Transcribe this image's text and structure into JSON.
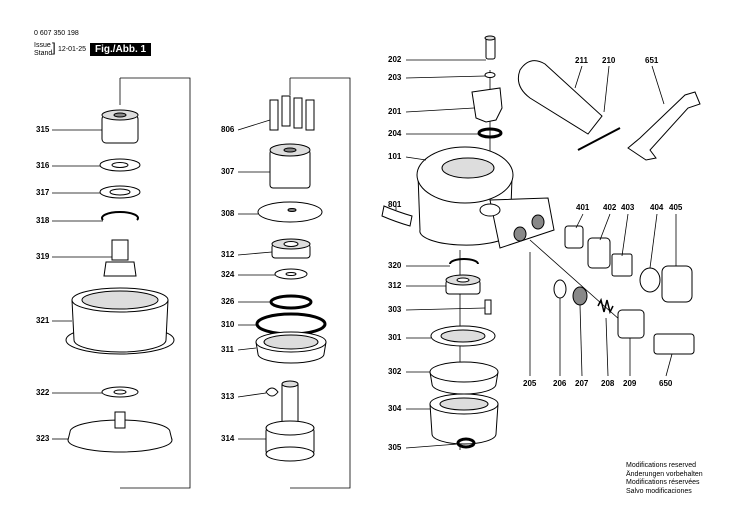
{
  "header": {
    "doc_number": "0 607 350 198",
    "issue_label": "Issue",
    "stand_label": "Stand",
    "date": "12-01-25",
    "figure_label": "Fig./Abb. 1"
  },
  "part_labels": {
    "p315": "315",
    "p316": "316",
    "p317": "317",
    "p318": "318",
    "p319": "319",
    "p321": "321",
    "p322": "322",
    "p323": "323",
    "p806": "806",
    "p307": "307",
    "p308": "308",
    "p312a": "312",
    "p324": "324",
    "p326": "326",
    "p310": "310",
    "p311": "311",
    "p313": "313",
    "p314": "314",
    "p202": "202",
    "p203": "203",
    "p201": "201",
    "p204": "204",
    "p101": "101",
    "p801": "801",
    "p320": "320",
    "p312b": "312",
    "p303": "303",
    "p301": "301",
    "p302": "302",
    "p304": "304",
    "p305": "305",
    "p211": "211",
    "p210": "210",
    "p651": "651",
    "p401": "401",
    "p402": "402",
    "p403": "403",
    "p404": "404",
    "p405": "405",
    "p205": "205",
    "p206": "206",
    "p207": "207",
    "p208": "208",
    "p209": "209",
    "p650": "650"
  },
  "notes": [
    "Modifications reserved",
    "Änderungen vorbehalten",
    "Modifications réservées",
    "Salvo modificaciones"
  ]
}
